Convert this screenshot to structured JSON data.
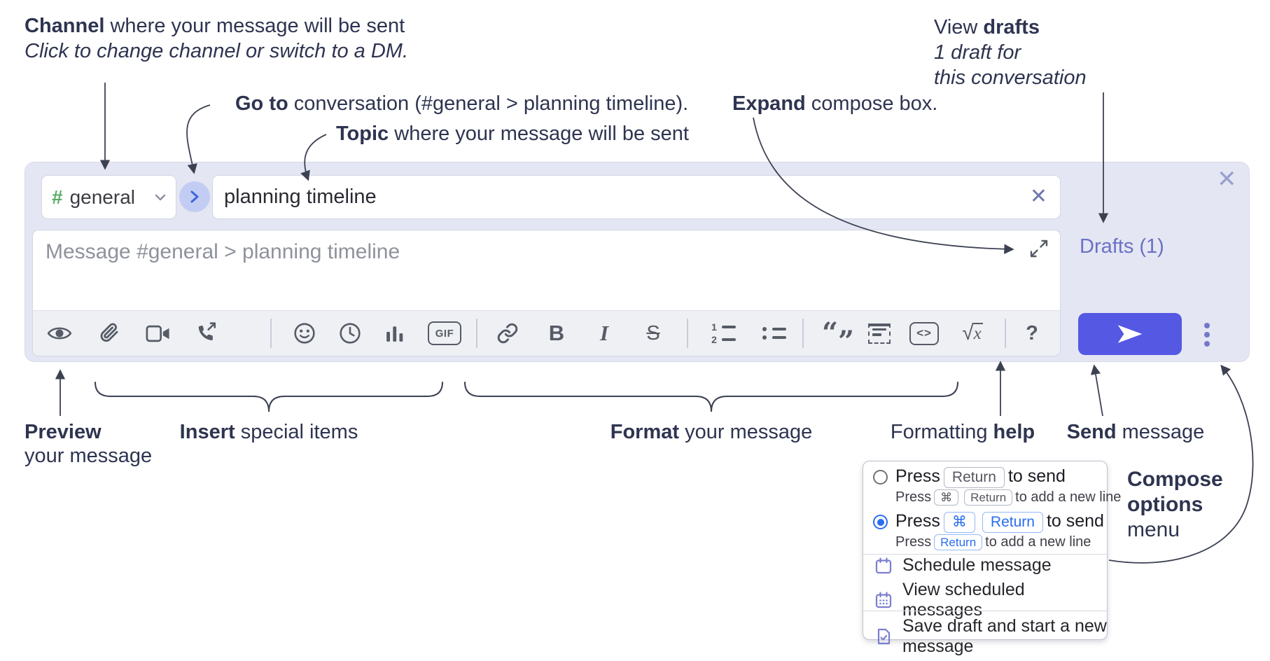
{
  "annotations": {
    "channel": {
      "bold": "Channel",
      "text": " where your message will be sent",
      "subtext": "Click to change channel or switch to a DM."
    },
    "goto": {
      "bold": "Go to",
      "text": " conversation (#general > planning timeline)."
    },
    "topic": {
      "bold": "Topic",
      "text": " where your message will be sent"
    },
    "expand": {
      "bold": "Expand",
      "text": " compose box."
    },
    "view_drafts": {
      "pre": "View ",
      "bold": "drafts",
      "line2": "1 draft for",
      "line3": "this conversation"
    },
    "preview": {
      "bold": "Preview",
      "line2": "your message"
    },
    "insert": {
      "bold": "Insert",
      "text": " special items"
    },
    "format": {
      "bold": "Format",
      "text": " your message"
    },
    "formatting_help": {
      "pre": "Formatting ",
      "bold": "help"
    },
    "send": {
      "bold": "Send",
      "text": " message"
    },
    "compose_options": {
      "line1": "Compose",
      "line2": "options",
      "line3": "menu"
    }
  },
  "compose": {
    "channel": {
      "hash": "#",
      "name": "general"
    },
    "topic_value": "planning timeline",
    "message_placeholder": "Message #general > planning timeline",
    "drafts_link": "Drafts (1)",
    "toolbar": {
      "gif": "GIF",
      "bold": "B",
      "italic": "I",
      "strike": "S",
      "code": "<>",
      "math_root": "√",
      "math_x": "x",
      "help": "?",
      "quote_open": "“",
      "quote_close": "”",
      "ol1": "1",
      "ol2": "2"
    }
  },
  "menu": {
    "options": [
      {
        "selected": false,
        "press": "Press",
        "keys": [
          "Return"
        ],
        "suffix": "to send",
        "sub_press": "Press",
        "sub_keys": [
          "⌘",
          "Return"
        ],
        "sub_suffix": "to add a new line"
      },
      {
        "selected": true,
        "press": "Press",
        "keys": [
          "⌘",
          "Return"
        ],
        "suffix": "to send",
        "sub_press": "Press",
        "sub_keys": [
          "Return"
        ],
        "sub_suffix": "to add a new line"
      }
    ],
    "items": [
      "Schedule message",
      "View scheduled messages",
      "Save draft and start a new message"
    ]
  },
  "colors": {
    "accent_blue": "#2a6df0",
    "send_button": "#5558e3",
    "drafts_link": "#6b71c5",
    "hash_green": "#58ab66",
    "compose_bg": "#e4e6f3"
  }
}
